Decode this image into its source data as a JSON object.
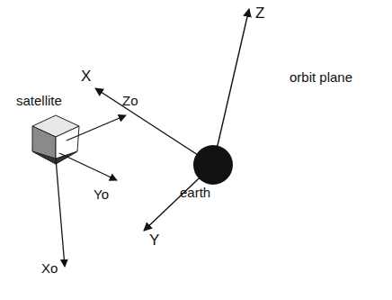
{
  "diagram": {
    "nodes": [
      {
        "text": [
          "orbit plane"
        ]
      },
      {
        "text": [
          "earth"
        ],
        "in": 0
      }
    ],
    "labels": [
      "Z",
      "X",
      "Y",
      "satellite",
      "Zo",
      "Yo",
      "Xo"
    ]
  }
}
